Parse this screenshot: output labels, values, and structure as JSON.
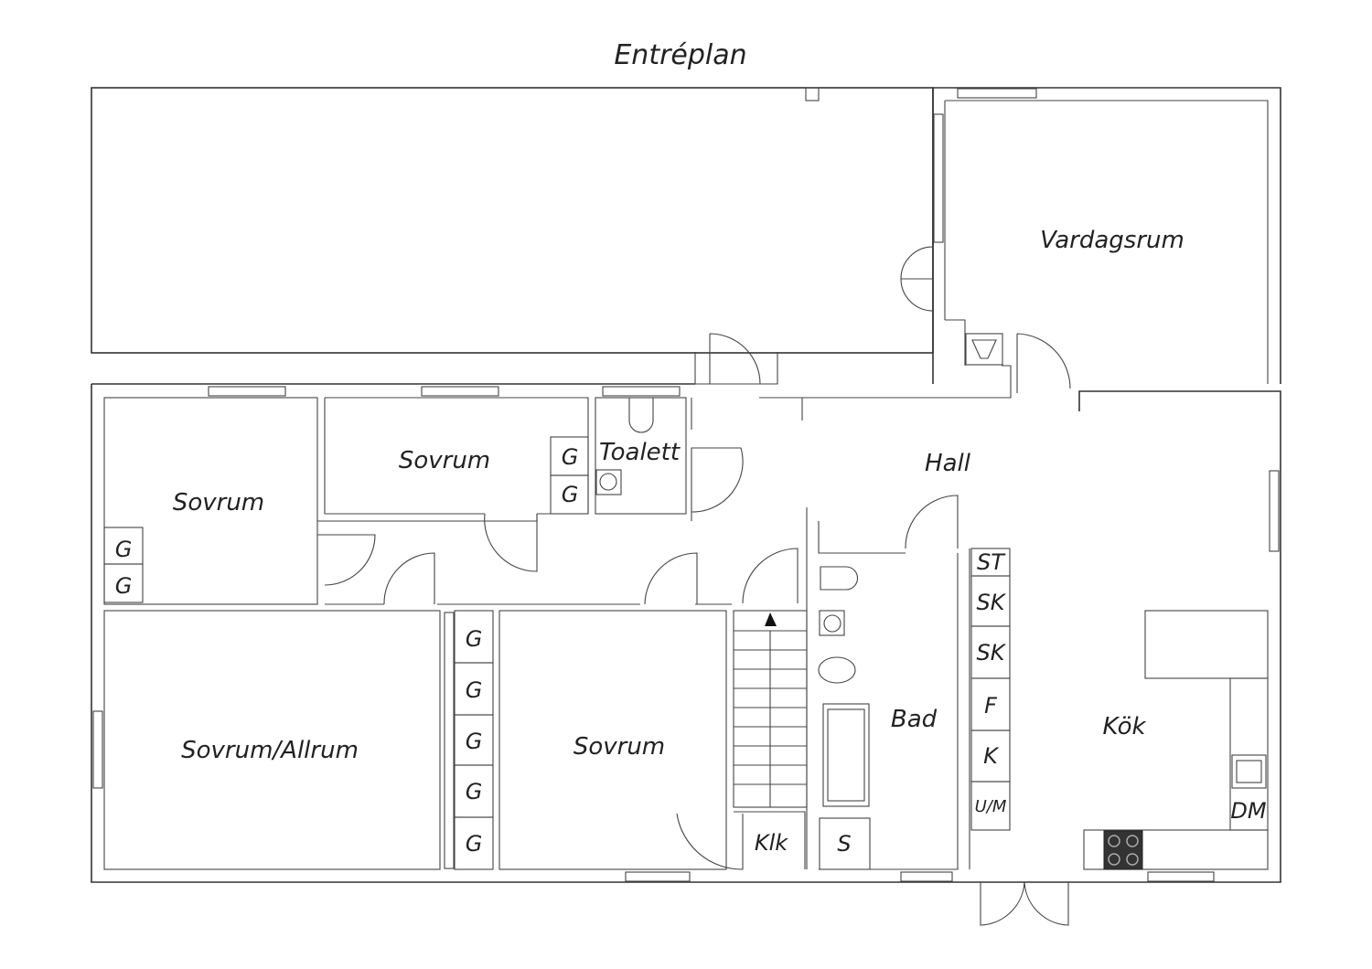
{
  "title": "Entréplan",
  "rooms": {
    "vardagsrum": "Vardagsrum",
    "hall": "Hall",
    "toalett": "Toalett",
    "sovrum_top": "Sovrum",
    "sovrum_left": "Sovrum",
    "sovrum_allrum": "Sovrum/Allrum",
    "sovrum_middle": "Sovrum",
    "bad": "Bad",
    "kok": "Kök",
    "klk": "Klk"
  },
  "closets": {
    "g": "G",
    "s": "S",
    "dm": "DM"
  },
  "kitchen_units": [
    "ST",
    "SK",
    "SK",
    "F",
    "K",
    "U/M"
  ],
  "colors": {
    "wall": "#333333",
    "background": "#ffffff",
    "text": "#222222"
  }
}
